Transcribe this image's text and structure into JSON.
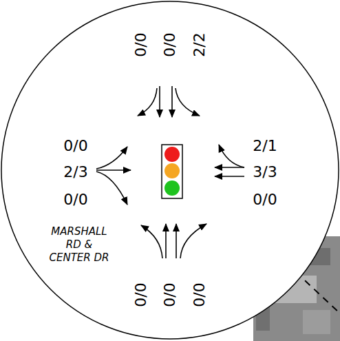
{
  "diagram": {
    "labels": [
      "0/0",
      "0/0",
      "2/2",
      "0/0",
      "2/1",
      "2/3",
      "3/3",
      "0/0",
      "0/0",
      "MARSHALL RD & CENTER DR",
      "0/0",
      "0/0",
      "0/0"
    ]
  }
}
